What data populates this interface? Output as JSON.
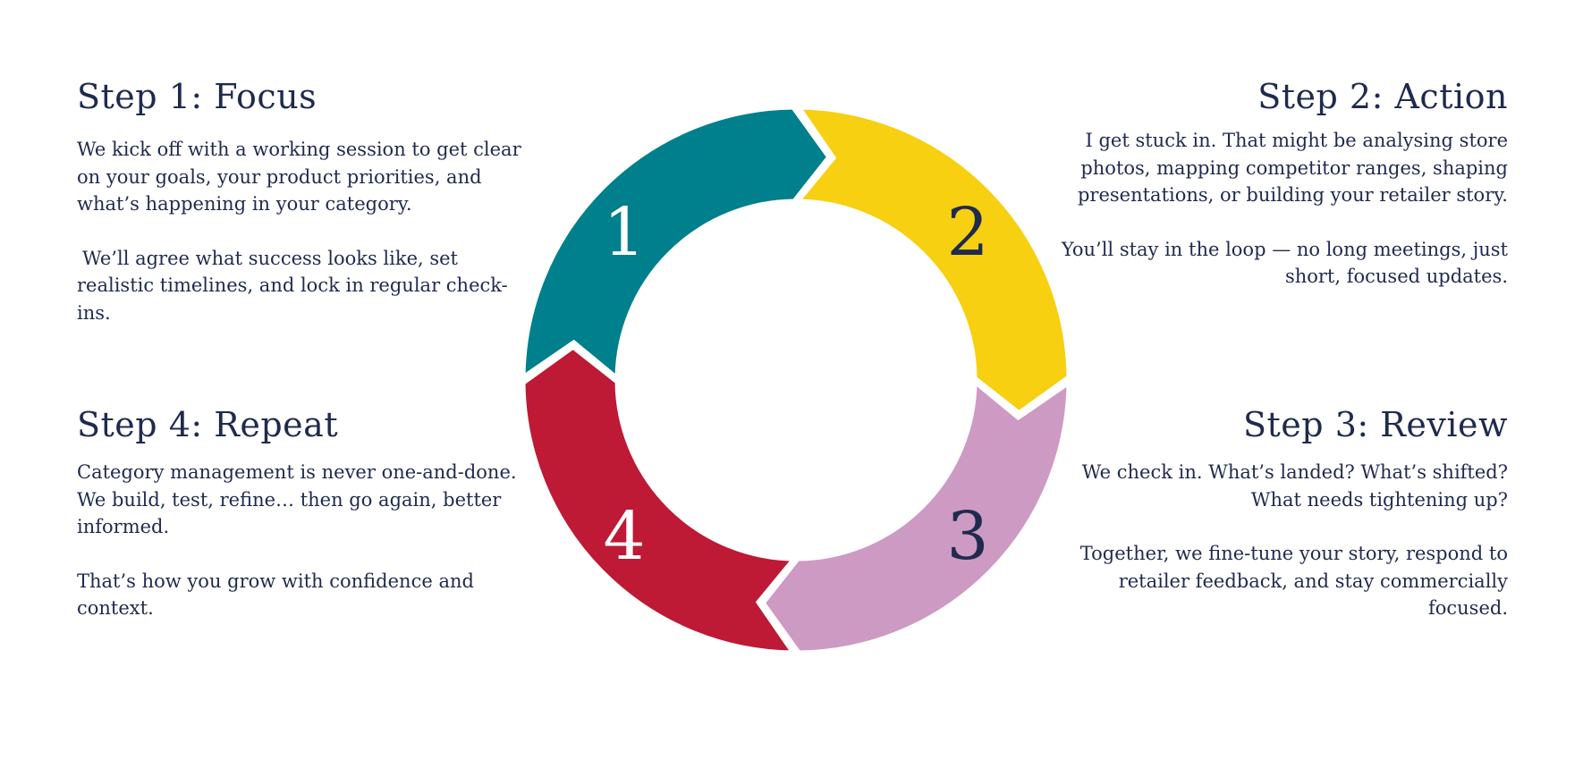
{
  "colors": {
    "text": "#1f2a4e",
    "step1": "#007f8c",
    "step2": "#f6d011",
    "step3": "#cd9ac4",
    "step4": "#be1935",
    "num_light": "#ffffff",
    "num_dark": "#1f2a4e"
  },
  "steps": [
    {
      "title": "Step 1: Focus",
      "paragraphs": [
        "We kick off with a working session to get clear on your goals, your product priorities, and what’s happening in your category.",
        "We’ll agree what success looks like, set realistic timelines, and lock in regular check-ins."
      ]
    },
    {
      "title": "Step 2: Action",
      "paragraphs": [
        "I get stuck in. That might be analysing store photos, mapping competitor ranges, shaping presentations, or building your retailer story.",
        "You’ll stay in the loop — no long meetings, just short, focused updates."
      ]
    },
    {
      "title": "Step 3: Review",
      "paragraphs": [
        "We check in. What’s landed? What’s shifted? What needs tightening up?",
        "Together, we fine-tune your story, respond to retailer feedback, and stay commercially focused."
      ]
    },
    {
      "title": "Step 4: Repeat",
      "paragraphs": [
        "Category management is never one-and-done. We build, test, refine… then go again, better informed.",
        "That’s how you grow with confidence and context."
      ]
    }
  ],
  "cycle": {
    "numbers": [
      "1",
      "2",
      "3",
      "4"
    ]
  }
}
